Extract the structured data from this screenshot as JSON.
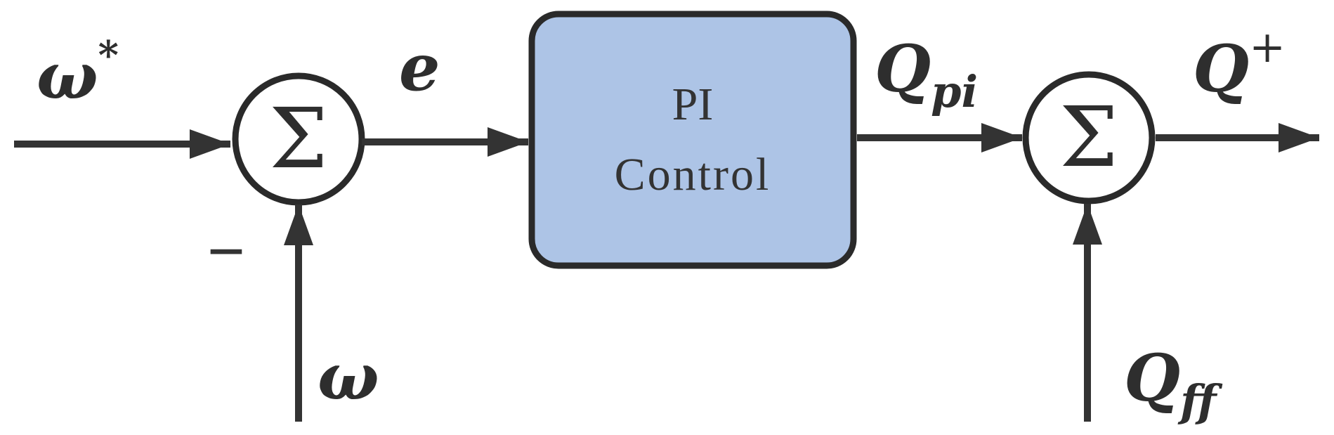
{
  "colors": {
    "line": "#333333",
    "block_fill": "#adc4e6",
    "block_stroke": "#2a2a2a"
  },
  "signals": {
    "reference": {
      "base": "ω",
      "sup": "*"
    },
    "error": {
      "base": "e"
    },
    "feedback": {
      "base": "ω"
    },
    "feedback_sign": "−",
    "pi_output": {
      "base": "Q",
      "sub": "pi"
    },
    "feedforward": {
      "base": "Q",
      "sub": "ff"
    },
    "output": {
      "base": "Q",
      "sup": "+"
    }
  },
  "blocks": {
    "summer": {
      "symbol": "Σ"
    },
    "pi": {
      "line1": "PI",
      "line2": "Control"
    }
  }
}
